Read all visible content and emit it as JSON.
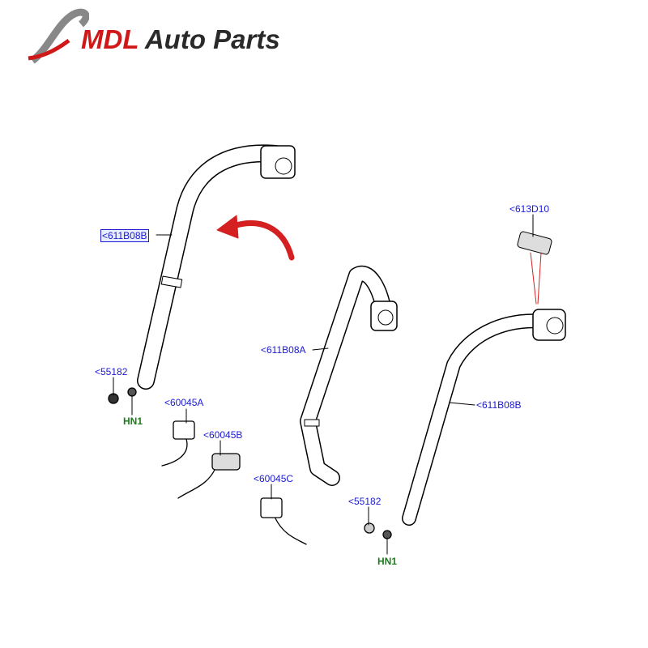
{
  "logo": {
    "brand_part1": "MDL",
    "brand_part2": " Auto Parts"
  },
  "callouts": {
    "left_belt": "<611B08B",
    "left_bolt": "<55182",
    "left_nut": "HN1",
    "buckle_a": "<60045A",
    "buckle_b": "<60045B",
    "center_belt": "<611B08A",
    "buckle_c": "<60045C",
    "guide": "<613D10",
    "right_belt": "<611B08B",
    "right_bolt": "<55182",
    "right_nut": "HN1"
  },
  "colors": {
    "callout": "#1a1ad0",
    "hn_label": "#1e7a1e",
    "arrow": "#d42020",
    "logo_red": "#d01818"
  }
}
